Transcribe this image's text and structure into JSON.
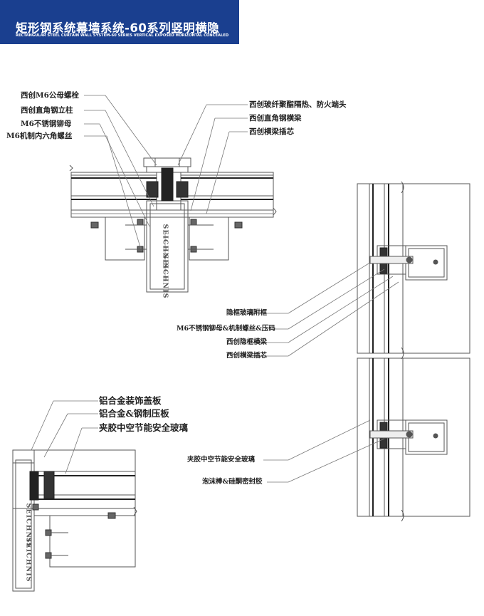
{
  "header": {
    "title": "矩形钢系统幕墙系统-60系列竖明横隐",
    "subtitle": "RECTANGULAR STEEL CURTAIN WALL SYSTEM-60 SERIES VERTICAL EXPOSED HORIZONTAL CONCEALED",
    "color": "#1a3f8f"
  },
  "brand_mark": "SEICHNIS",
  "top_section": {
    "left_labels": [
      "西创M6公母螺栓",
      "西创直角钢立柱",
      "M6不锈钢铆母",
      "M6机制内六角螺丝"
    ],
    "right_labels": [
      "西创玻纤聚酯隔热、防火端头",
      "西创直角钢横梁",
      "西创横梁插芯"
    ]
  },
  "right_section": {
    "labels_upper": [
      "隐框玻璃附框",
      "M6不锈钢铆母&机制螺丝&压码",
      "西创隐框横梁",
      "西创横梁插芯"
    ],
    "labels_lower": [
      "夹胶中空节能安全玻璃",
      "泡沫棒&硅酮密封胶"
    ]
  },
  "bottom_left_section": {
    "labels": [
      "铝合金装饰盖板",
      "铝合金&钢制压板",
      "夹胶中空节能安全玻璃"
    ]
  }
}
